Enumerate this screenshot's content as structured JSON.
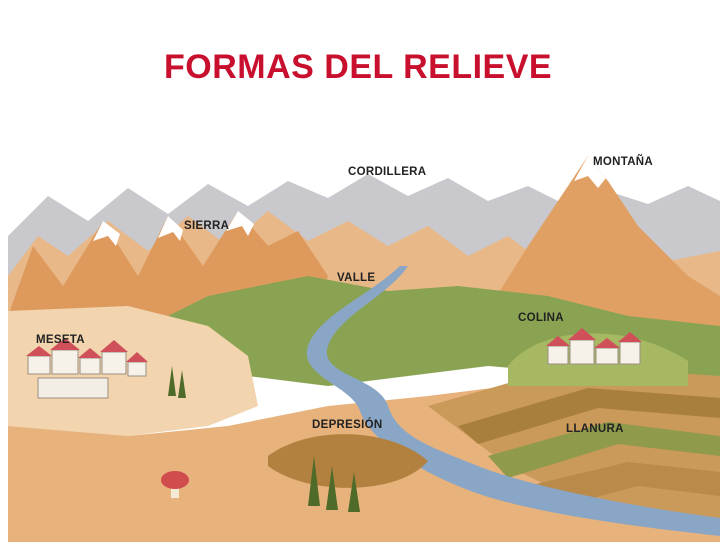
{
  "title": "FORMAS DEL RELIEVE",
  "labels": {
    "montana": "MONTAÑA",
    "cordillera": "CORDILLERA",
    "sierra": "SIERRA",
    "valle": "VALLE",
    "meseta": "MESETA",
    "colina": "COLINA",
    "depresion": "DEPRESIÓN",
    "llanura": "LLANURA"
  },
  "colors": {
    "title": "#c8102e",
    "mountain": "#e0a46c",
    "snow": "#ffffff",
    "vegetation": "#7f9a4a",
    "river": "#8aa3c2",
    "plateau": "#f0cfa8",
    "sky": "#ffffff"
  }
}
